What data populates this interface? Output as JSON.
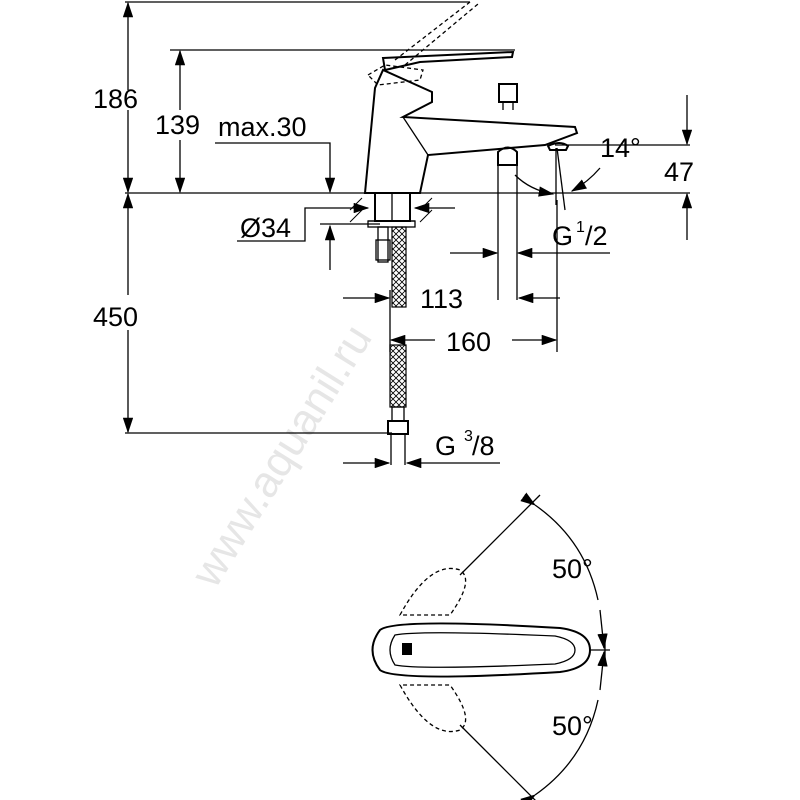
{
  "watermark": "www.aquanil.ru",
  "dimensions": {
    "total_height": "186",
    "lever_height": "139",
    "max_deck": "max.30",
    "hole_diameter": "Ø34",
    "hose_length": "450",
    "spout_angle": "14°",
    "spout_height": "47",
    "outlet_g": "G",
    "outlet_num": "1",
    "outlet_den": "/2",
    "shower_offset": "113",
    "projection": "160",
    "inlet_g": "G",
    "inlet_num": "3",
    "inlet_den": "/8",
    "rotation_up": "50°",
    "rotation_down": "50°"
  }
}
